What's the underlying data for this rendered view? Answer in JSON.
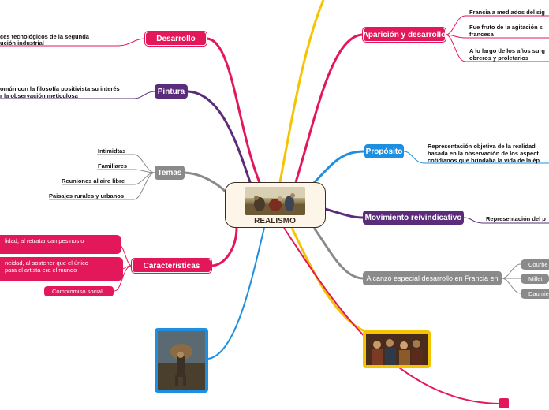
{
  "central": {
    "title": "REALISMO",
    "image": "gleaners-painting"
  },
  "branches": {
    "desarrollo": {
      "label": "Desarrollo",
      "color": "#e2185b",
      "text_line1": "ces tecnológicos de la segunda",
      "text_line2": "ución industrial"
    },
    "pintura": {
      "label": "Pintura",
      "color": "#5b2c7a",
      "text_line1": "omún con la filosofía positivista su interés",
      "text_line2": "r la observación meticulosa"
    },
    "temas": {
      "label": "Temas",
      "color": "#8a8a8a",
      "items": [
        "Intimidtas",
        "Familiares",
        "Reuniones al aire libre",
        "Paisajes rurales y urbanos"
      ]
    },
    "caracteristicas": {
      "label": "Características",
      "color": "#e2185b",
      "items": [
        {
          "line1": "lidad, al retratar campesinos o",
          "line2": ""
        },
        {
          "line1": "neidad, al sostener que el único",
          "line2": "para el artista era el mundo"
        },
        {
          "line1": "Compromiso social",
          "line2": ""
        }
      ]
    },
    "aparicion": {
      "label": "Aparición y desarrollo",
      "color": "#e2185b",
      "items": [
        {
          "line1": "Francia a mediados del sig",
          "line2": ""
        },
        {
          "line1": "Fue fruto de la agitación s",
          "line2": "francesa"
        },
        {
          "line1": "A lo largo de los años surg",
          "line2": "obreros y proletarios"
        }
      ]
    },
    "proposito": {
      "label": "Propósito",
      "color": "#1e8fe0",
      "text_line1": "Representación objetiva de la realidad",
      "text_line2": "basada en la observación de los aspect",
      "text_line3": "cotidianos que brindaba la vida de la ép"
    },
    "movimiento": {
      "label": "Movimiento reivindicativo",
      "color": "#5b2c7a",
      "text_line1": "Representación del p"
    },
    "alcanzo": {
      "label": "Alcanzó especial desarrollo en Francia en",
      "color": "#8a8a8a",
      "items": [
        "Courbe",
        "Millet",
        "Daumie"
      ]
    }
  },
  "images": {
    "left_painting": "painting-man-with-bundle",
    "right_painting": "painting-crowd-scene"
  },
  "colors": {
    "magenta": "#e2185b",
    "purple": "#5b2c7a",
    "gray": "#8a8a8a",
    "blue": "#1e8fe0",
    "yellow": "#f5c400",
    "brown": "#3b2d22"
  }
}
